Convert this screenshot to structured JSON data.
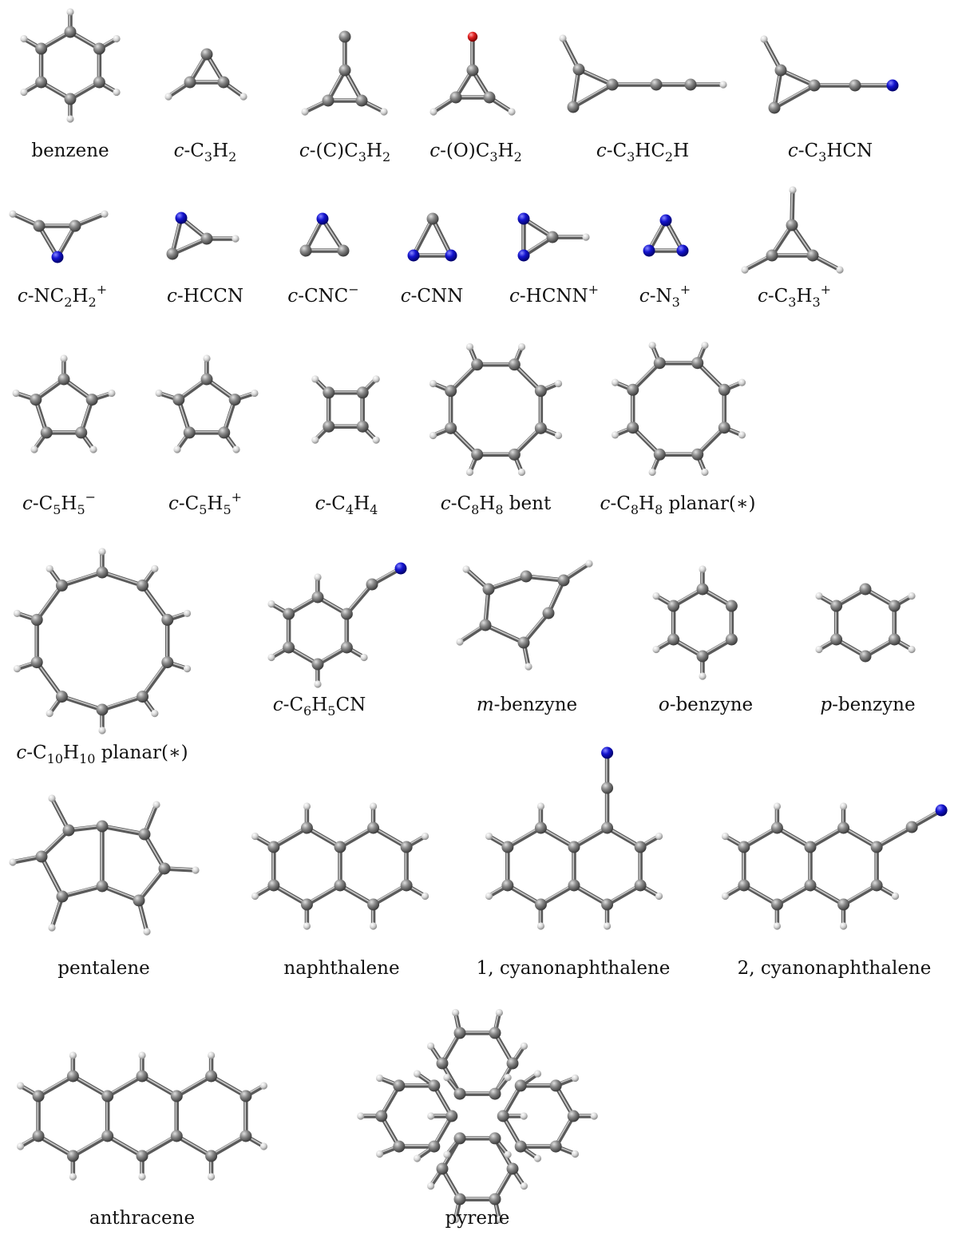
{
  "colors": {
    "carbon": "#6e6e6e",
    "hydrogen": "#d4d4d4",
    "nitrogen": "#1010cc",
    "oxygen": "#dd2020",
    "bond": "#5a5a5a"
  },
  "molecules": [
    {
      "id": "benzene",
      "label": {
        "pre": "",
        "parts": [
          {
            "t": "benzene"
          }
        ]
      }
    },
    {
      "id": "c-c3h2",
      "label": {
        "pre": "c",
        "parts": [
          {
            "t": "-C"
          },
          {
            "sub": "3"
          },
          {
            "t": "H"
          },
          {
            "sub": "2"
          }
        ]
      }
    },
    {
      "id": "c-cc3h2",
      "label": {
        "pre": "c",
        "parts": [
          {
            "t": "-(C)C"
          },
          {
            "sub": "3"
          },
          {
            "t": "H"
          },
          {
            "sub": "2"
          }
        ]
      }
    },
    {
      "id": "c-oc3h2",
      "label": {
        "pre": "c",
        "parts": [
          {
            "t": "-(O)C"
          },
          {
            "sub": "3"
          },
          {
            "t": "H"
          },
          {
            "sub": "2"
          }
        ]
      }
    },
    {
      "id": "c-c3hc2h",
      "label": {
        "pre": "c",
        "parts": [
          {
            "t": "-C"
          },
          {
            "sub": "3"
          },
          {
            "t": "HC"
          },
          {
            "sub": "2"
          },
          {
            "t": "H"
          }
        ]
      }
    },
    {
      "id": "c-c3hcn",
      "label": {
        "pre": "c",
        "parts": [
          {
            "t": "-C"
          },
          {
            "sub": "3"
          },
          {
            "t": "HCN"
          }
        ]
      }
    },
    {
      "id": "c-nc2h2p",
      "label": {
        "pre": "c",
        "parts": [
          {
            "t": "-NC"
          },
          {
            "sub": "2"
          },
          {
            "t": "H"
          },
          {
            "sub": "2"
          },
          {
            "sup": "+"
          }
        ]
      }
    },
    {
      "id": "c-hccn",
      "label": {
        "pre": "c",
        "parts": [
          {
            "t": "-HCCN"
          }
        ]
      }
    },
    {
      "id": "c-cncm",
      "label": {
        "pre": "c",
        "parts": [
          {
            "t": "-CNC"
          },
          {
            "sup": "−"
          }
        ]
      }
    },
    {
      "id": "c-cnn",
      "label": {
        "pre": "c",
        "parts": [
          {
            "t": "-CNN"
          }
        ]
      }
    },
    {
      "id": "c-hcnnp",
      "label": {
        "pre": "c",
        "parts": [
          {
            "t": "-HCNN"
          },
          {
            "sup": "+"
          }
        ]
      }
    },
    {
      "id": "c-n3p",
      "label": {
        "pre": "c",
        "parts": [
          {
            "t": "-N"
          },
          {
            "sub": "3"
          },
          {
            "sup": "+"
          }
        ]
      }
    },
    {
      "id": "c-c3h3p",
      "label": {
        "pre": "c",
        "parts": [
          {
            "t": "-C"
          },
          {
            "sub": "3"
          },
          {
            "t": "H"
          },
          {
            "sub": "3"
          },
          {
            "sup": "+"
          }
        ]
      }
    },
    {
      "id": "c-c5h5m",
      "label": {
        "pre": "c",
        "parts": [
          {
            "t": "-C"
          },
          {
            "sub": "5"
          },
          {
            "t": "H"
          },
          {
            "sub": "5"
          },
          {
            "sup": "−"
          }
        ]
      }
    },
    {
      "id": "c-c5h5p",
      "label": {
        "pre": "c",
        "parts": [
          {
            "t": "-C"
          },
          {
            "sub": "5"
          },
          {
            "t": "H"
          },
          {
            "sub": "5"
          },
          {
            "sup": "+"
          }
        ]
      }
    },
    {
      "id": "c-c4h4",
      "label": {
        "pre": "c",
        "parts": [
          {
            "t": "-C"
          },
          {
            "sub": "4"
          },
          {
            "t": "H"
          },
          {
            "sub": "4"
          }
        ]
      }
    },
    {
      "id": "c-c8h8-bent",
      "label": {
        "pre": "c",
        "parts": [
          {
            "t": "-C"
          },
          {
            "sub": "8"
          },
          {
            "t": "H"
          },
          {
            "sub": "8"
          },
          {
            "t": "  bent"
          }
        ]
      }
    },
    {
      "id": "c-c8h8-planar",
      "label": {
        "pre": "c",
        "parts": [
          {
            "t": "-C"
          },
          {
            "sub": "8"
          },
          {
            "t": "H"
          },
          {
            "sub": "8"
          },
          {
            "t": "  planar(∗)"
          }
        ]
      }
    },
    {
      "id": "c-c10h10-planar",
      "label": {
        "pre": "c",
        "parts": [
          {
            "t": "-C"
          },
          {
            "sub": "10"
          },
          {
            "t": "H"
          },
          {
            "sub": "10"
          },
          {
            "t": "  planar(∗)"
          }
        ]
      }
    },
    {
      "id": "c-c6h5cn",
      "label": {
        "pre": "c",
        "parts": [
          {
            "t": "-C"
          },
          {
            "sub": "6"
          },
          {
            "t": "H"
          },
          {
            "sub": "5"
          },
          {
            "t": "CN"
          }
        ]
      }
    },
    {
      "id": "m-benzyne",
      "label": {
        "pre": "m",
        "parts": [
          {
            "t": "-benzyne"
          }
        ]
      }
    },
    {
      "id": "o-benzyne",
      "label": {
        "pre": "o",
        "parts": [
          {
            "t": "-benzyne"
          }
        ]
      }
    },
    {
      "id": "p-benzyne",
      "label": {
        "pre": "p",
        "parts": [
          {
            "t": "-benzyne"
          }
        ]
      }
    },
    {
      "id": "pentalene",
      "label": {
        "pre": "",
        "parts": [
          {
            "t": "pentalene"
          }
        ]
      }
    },
    {
      "id": "naphthalene",
      "label": {
        "pre": "",
        "parts": [
          {
            "t": "naphthalene"
          }
        ]
      }
    },
    {
      "id": "1-cyanonaphthalene",
      "label": {
        "pre": "",
        "parts": [
          {
            "t": "1, cyanonaphthalene"
          }
        ]
      }
    },
    {
      "id": "2-cyanonaphthalene",
      "label": {
        "pre": "",
        "parts": [
          {
            "t": "2, cyanonaphthalene"
          }
        ]
      }
    },
    {
      "id": "anthracene",
      "label": {
        "pre": "",
        "parts": [
          {
            "t": "anthracene"
          }
        ]
      }
    },
    {
      "id": "pyrene",
      "label": {
        "pre": "",
        "parts": [
          {
            "t": "pyrene"
          }
        ]
      }
    }
  ]
}
